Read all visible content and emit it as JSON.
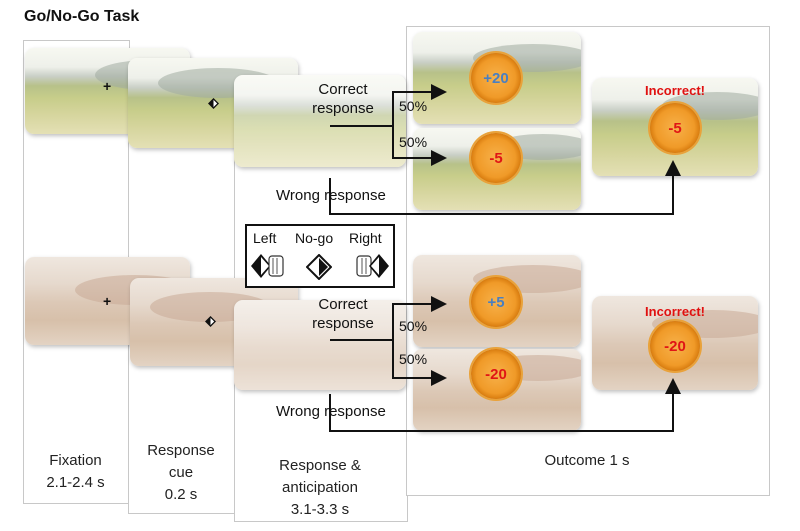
{
  "title": "Go/No-Go Task",
  "columns": {
    "fixation": "Fixation\n2.1-2.4 s",
    "response_cue": "Response\ncue\n0.2 s",
    "response_anticipation": "Response &\nanticipation\n3.1-3.3 s",
    "outcome": "Outcome 1 s"
  },
  "stimuli": {
    "fixation_symbol": "+"
  },
  "top_row": {
    "correct_response": "Correct\nresponse",
    "wrong_response": "Wrong response",
    "prob_upper": "50%",
    "prob_lower": "50%",
    "coin_upper": "+20",
    "coin_lower": "-5",
    "incorrect_label": "Incorrect!",
    "coin_incorrect": "-5"
  },
  "bottom_row": {
    "correct_response": "Correct\nresponse",
    "wrong_response": "Wrong response",
    "prob_upper": "50%",
    "prob_lower": "50%",
    "coin_upper": "+5",
    "coin_lower": "-20",
    "incorrect_label": "Incorrect!",
    "coin_incorrect": "-20"
  },
  "legend": {
    "left": "Left",
    "nogo": "No-go",
    "right": "Right"
  },
  "colors": {
    "positive": "#4a7fc0",
    "negative": "#e01515",
    "incorrect": "#e01010"
  }
}
